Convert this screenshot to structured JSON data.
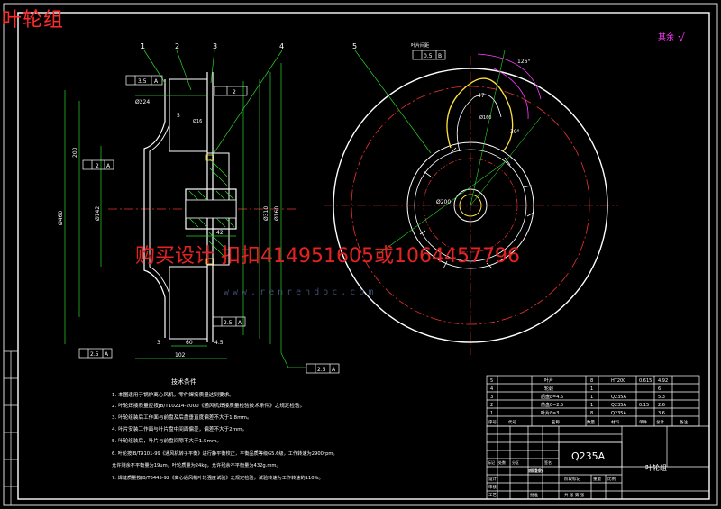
{
  "title": "叶轮组",
  "watermark": "购买设计 扣扣414951605或1064457796",
  "watermark_url": "www.renrendoc.com",
  "roughness_note": "其余",
  "roughness_value": "√",
  "callouts": [
    "1",
    "2",
    "3",
    "4",
    "5"
  ],
  "gdt": {
    "top_runout": "3.5",
    "top_datum": "A",
    "flat": "2",
    "perp": "2",
    "perp_datum": "A",
    "bottom_runout": "2.5",
    "bottom_datum": "A",
    "right_runout": "2.5",
    "right_datum": "A",
    "mid_runout": "2.5",
    "mid_datum": "A",
    "blade_pos": "0.5",
    "blade_datum": "B",
    "blade_label": "叶片间距"
  },
  "dims": {
    "d224": "Ø224",
    "d200": "200",
    "d460": "Ø460",
    "d142": "Ø142",
    "d310": "Ø310",
    "d160": "Ø160",
    "d102": "102",
    "d60": "60",
    "d3": "3",
    "d45": "4.5",
    "d42": "42",
    "d5": "5",
    "d47": "47",
    "d126": "126°",
    "d39": "39°",
    "d200r": "Ø200",
    "h16": "Ø16",
    "d160r": "Ø160"
  },
  "notes_title": "技术条件",
  "notes": [
    "1. 本图适用于锅炉离心风机，零件焊接质量达到要求。",
    "2. 叶轮焊接质量应按JB/T10214-2000《通风机焊接质量检验技术条件》之规定检验。",
    "3. 叶轮组装后工作面与前盘及后盘垂直度偏差不大于1.8mm。",
    "4. 叶片安装工作面与叶片盘中间面偏差，偏差不大于2mm。",
    "5. 叶轮组装后，叶片与前盘间隙不大于1.5mm。",
    "6. 叶轮按JB/T9101-99《通风机转子平衡》进行静平衡校正，平衡品质等级G5.6级，工作转速为2900rpm。",
    "   允许剩余不平衡量为19um，叶轮质量为24kg，允许残余不平衡量为432g.mm。",
    "7. 焊缝质量按JB/T6445-92《离心通风机叶轮强度试验》之规定检验，试验转速为工作转速的110%。"
  ],
  "bom": [
    {
      "no": "5",
      "name": "叶片",
      "qty": "8",
      "mat": "HT200",
      "w1": "0.615",
      "w2": "4.92"
    },
    {
      "no": "4",
      "name": "轮毂",
      "qty": "1",
      "mat": "",
      "w1": "",
      "w2": "6"
    },
    {
      "no": "3",
      "name": "后盘δ=4.5",
      "qty": "1",
      "mat": "Q235A",
      "w1": "",
      "w2": "5.3"
    },
    {
      "no": "2",
      "name": "前盘δ=2.5",
      "qty": "1",
      "mat": "Q235A",
      "w1": "0.15",
      "w2": "2.6"
    },
    {
      "no": "1",
      "name": "叶片δ=3",
      "qty": "8",
      "mat": "Q235A",
      "w1": "",
      "w2": "3.6"
    }
  ],
  "bom_header": {
    "no": "序号",
    "code": "代号",
    "name": "名称",
    "qty": "数量",
    "mat": "材料",
    "w1": "单件",
    "w2": "总计",
    "weight": "重量",
    "note": "备注"
  },
  "title_block": {
    "material": "Q235A",
    "drawing_name": "叶轮组",
    "design": "设计",
    "check": "审核",
    "process": "工艺",
    "approve": "批准",
    "standard": "标准化",
    "scale": "比例",
    "sheet": "共 张 第 张",
    "mark": "标记",
    "count": "处数",
    "zone": "分区",
    "change": "更改文件号",
    "sign": "签名",
    "date": "年月日",
    "stage": "阶段标记",
    "weight": "重量"
  }
}
